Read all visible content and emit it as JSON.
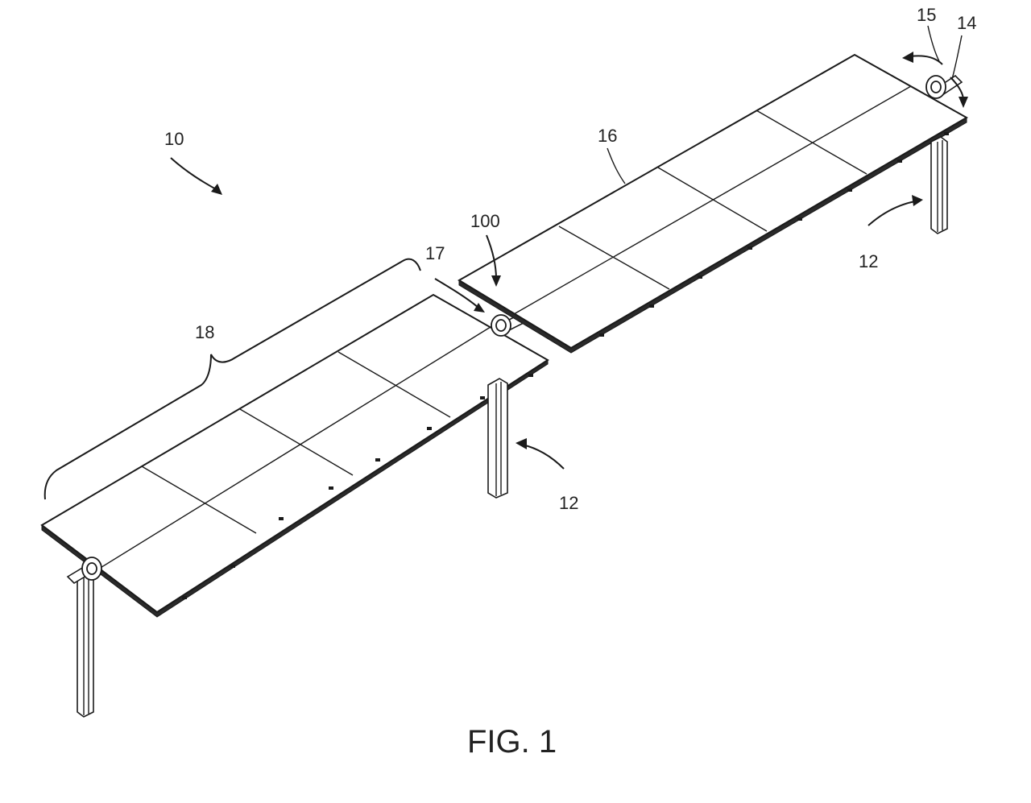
{
  "figure": {
    "caption": "FIG. 1",
    "labels": {
      "system": "10",
      "support_right": "12",
      "support_middle": "12",
      "shaft": "14",
      "rotation": "15",
      "panel_edge": "16",
      "joint": "17",
      "section": "18",
      "panel_assembly": "100"
    }
  }
}
